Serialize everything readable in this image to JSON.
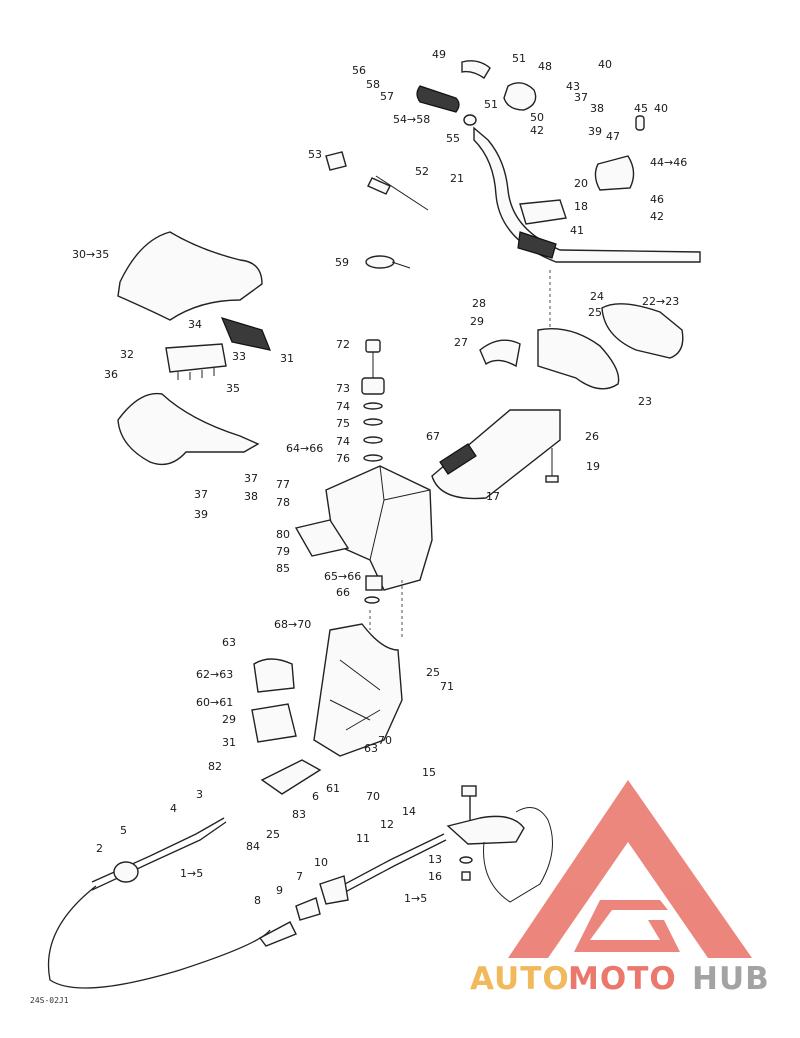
{
  "diagram": {
    "reference_code": "24S-02J1",
    "labels": [
      {
        "id": "l56",
        "text": "56"
      },
      {
        "id": "l58a",
        "text": "58"
      },
      {
        "id": "l57",
        "text": "57"
      },
      {
        "id": "l54",
        "text": "54→58"
      },
      {
        "id": "l55",
        "text": "55"
      },
      {
        "id": "l49",
        "text": "49"
      },
      {
        "id": "l51a",
        "text": "51"
      },
      {
        "id": "l48",
        "text": "48"
      },
      {
        "id": "l40a",
        "text": "40"
      },
      {
        "id": "l51b",
        "text": "51"
      },
      {
        "id": "l50",
        "text": "50"
      },
      {
        "id": "l42a",
        "text": "42"
      },
      {
        "id": "l43",
        "text": "43"
      },
      {
        "id": "l37a",
        "text": "37"
      },
      {
        "id": "l38a",
        "text": "38"
      },
      {
        "id": "l45",
        "text": "45"
      },
      {
        "id": "l40b",
        "text": "40"
      },
      {
        "id": "l39",
        "text": "39"
      },
      {
        "id": "l47",
        "text": "47"
      },
      {
        "id": "l44",
        "text": "44→46"
      },
      {
        "id": "l53",
        "text": "53"
      },
      {
        "id": "l52",
        "text": "52"
      },
      {
        "id": "l21",
        "text": "21"
      },
      {
        "id": "l20",
        "text": "20"
      },
      {
        "id": "l18",
        "text": "18"
      },
      {
        "id": "l46",
        "text": "46"
      },
      {
        "id": "l42b",
        "text": "42"
      },
      {
        "id": "l41",
        "text": "41"
      },
      {
        "id": "l30",
        "text": "30→35"
      },
      {
        "id": "l59",
        "text": "59"
      },
      {
        "id": "l28",
        "text": "28"
      },
      {
        "id": "l24",
        "text": "24"
      },
      {
        "id": "l22",
        "text": "22→23"
      },
      {
        "id": "l29a",
        "text": "29"
      },
      {
        "id": "l25a",
        "text": "25"
      },
      {
        "id": "l34",
        "text": "34"
      },
      {
        "id": "l32",
        "text": "32"
      },
      {
        "id": "l33",
        "text": "33"
      },
      {
        "id": "l31a",
        "text": "31"
      },
      {
        "id": "l35",
        "text": "35"
      },
      {
        "id": "l72",
        "text": "72"
      },
      {
        "id": "l27",
        "text": "27"
      },
      {
        "id": "l23",
        "text": "23"
      },
      {
        "id": "l36",
        "text": "36"
      },
      {
        "id": "l73",
        "text": "73"
      },
      {
        "id": "l74a",
        "text": "74"
      },
      {
        "id": "l75",
        "text": "75"
      },
      {
        "id": "l74b",
        "text": "74"
      },
      {
        "id": "l76",
        "text": "76"
      },
      {
        "id": "l64",
        "text": "64→66"
      },
      {
        "id": "l67",
        "text": "67"
      },
      {
        "id": "l26",
        "text": "26"
      },
      {
        "id": "l19",
        "text": "19"
      },
      {
        "id": "l37b",
        "text": "37"
      },
      {
        "id": "l37c",
        "text": "37"
      },
      {
        "id": "l38b",
        "text": "38"
      },
      {
        "id": "l39b",
        "text": "39"
      },
      {
        "id": "l77",
        "text": "77"
      },
      {
        "id": "l78",
        "text": "78"
      },
      {
        "id": "l17",
        "text": "17"
      },
      {
        "id": "l80",
        "text": "80"
      },
      {
        "id": "l79",
        "text": "79"
      },
      {
        "id": "l85",
        "text": "85"
      },
      {
        "id": "l65",
        "text": "65→66"
      },
      {
        "id": "l66",
        "text": "66"
      },
      {
        "id": "l68",
        "text": "68→70"
      },
      {
        "id": "l63a",
        "text": "63"
      },
      {
        "id": "l62",
        "text": "62→63"
      },
      {
        "id": "l25b",
        "text": "25"
      },
      {
        "id": "l71",
        "text": "71"
      },
      {
        "id": "l60",
        "text": "60→61"
      },
      {
        "id": "l29b",
        "text": "29"
      },
      {
        "id": "l63b",
        "text": "63"
      },
      {
        "id": "l70a",
        "text": "70"
      },
      {
        "id": "l31b",
        "text": "31"
      },
      {
        "id": "l82",
        "text": "82"
      },
      {
        "id": "l61",
        "text": "61"
      },
      {
        "id": "l70b",
        "text": "70"
      },
      {
        "id": "l15",
        "text": "15"
      },
      {
        "id": "l3",
        "text": "3"
      },
      {
        "id": "l6",
        "text": "6"
      },
      {
        "id": "l4",
        "text": "4"
      },
      {
        "id": "l83",
        "text": "83"
      },
      {
        "id": "l14",
        "text": "14"
      },
      {
        "id": "l25c",
        "text": "25"
      },
      {
        "id": "l12",
        "text": "12"
      },
      {
        "id": "l5",
        "text": "5"
      },
      {
        "id": "l11",
        "text": "11"
      },
      {
        "id": "l84",
        "text": "84"
      },
      {
        "id": "l2",
        "text": "2"
      },
      {
        "id": "l13",
        "text": "13"
      },
      {
        "id": "l10",
        "text": "10"
      },
      {
        "id": "l16",
        "text": "16"
      },
      {
        "id": "l1a",
        "text": "1→5"
      },
      {
        "id": "l7",
        "text": "7"
      },
      {
        "id": "l1b",
        "text": "1→5"
      },
      {
        "id": "l9",
        "text": "9"
      },
      {
        "id": "l8",
        "text": "8"
      }
    ]
  },
  "watermark": {
    "brand_part1": "AUTO",
    "brand_part2": "MOTO",
    "brand_part3": "HUB",
    "colors": {
      "auto": "#f0b24a",
      "moto": "#e86a5e",
      "hub": "#9a9a9a",
      "logo": "#ea7a70"
    }
  }
}
